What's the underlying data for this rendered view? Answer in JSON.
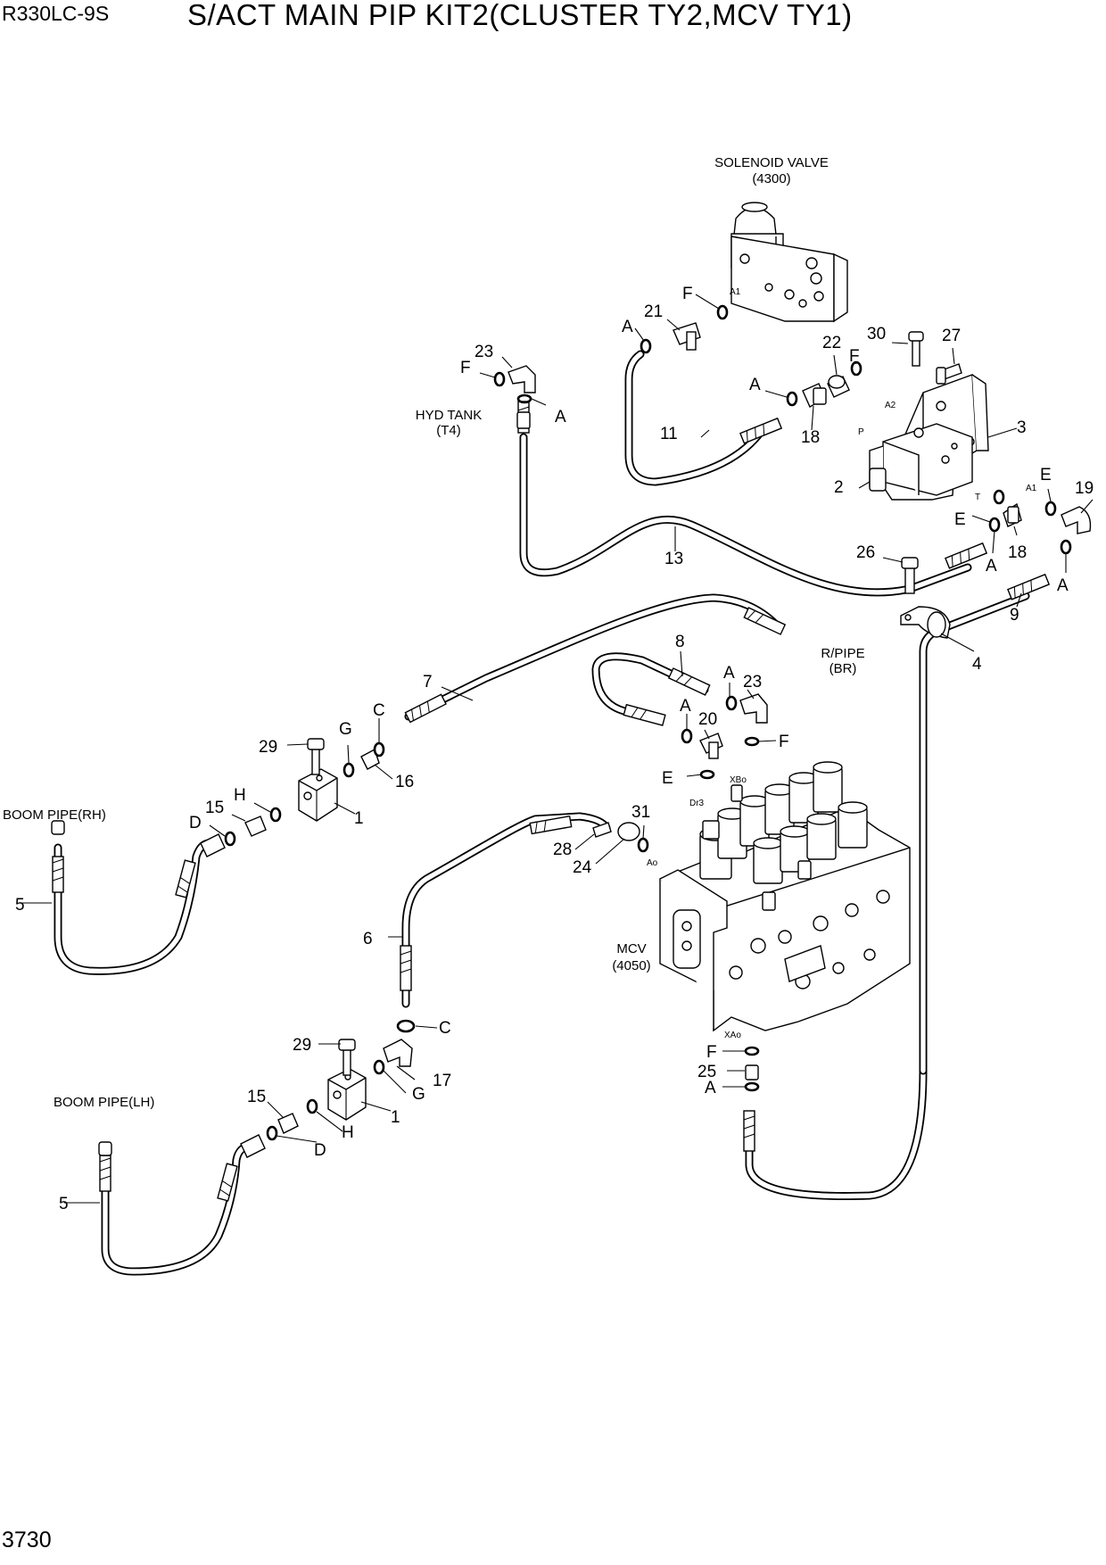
{
  "header": {
    "model": "R330LC-9S",
    "title": "S/ACT MAIN PIP KIT2(CLUSTER TY2,MCV TY1)"
  },
  "page_number": "3730",
  "captions": {
    "solenoid": [
      "SOLENOID VALVE",
      "(4300)"
    ],
    "hyd_tank": [
      "HYD TANK",
      "(T4)"
    ],
    "r_pipe": [
      "R/PIPE",
      "(BR)"
    ],
    "boom_rh": "BOOM PIPE(RH)",
    "boom_lh": "BOOM PIPE(LH)",
    "mcv": [
      "MCV",
      "(4050)"
    ]
  },
  "ports": {
    "sol_a1": "A1",
    "blk_a2": "A2",
    "blk_p": "P",
    "blk_t": "T",
    "blk_a1": "A1",
    "xbo": "XBo",
    "dr3": "Dr3",
    "ao": "Ao",
    "xao": "XAo"
  },
  "callouts": [
    "21",
    "A",
    "F",
    "23",
    "F",
    "A",
    "30",
    "27",
    "22",
    "F",
    "A",
    "11",
    "18",
    "3",
    "2",
    "E",
    "19",
    "E",
    "18",
    "A",
    "26",
    "A",
    "9",
    "13",
    "4",
    "8",
    "A",
    "23",
    "A",
    "20",
    "F",
    "E",
    "7",
    "C",
    "G",
    "29",
    "16",
    "H",
    "15",
    "D",
    "1",
    "31",
    "28",
    "24",
    "5",
    "6",
    "C",
    "29",
    "G",
    "17",
    "15",
    "H",
    "1",
    "D",
    "5",
    "F",
    "25",
    "A"
  ]
}
